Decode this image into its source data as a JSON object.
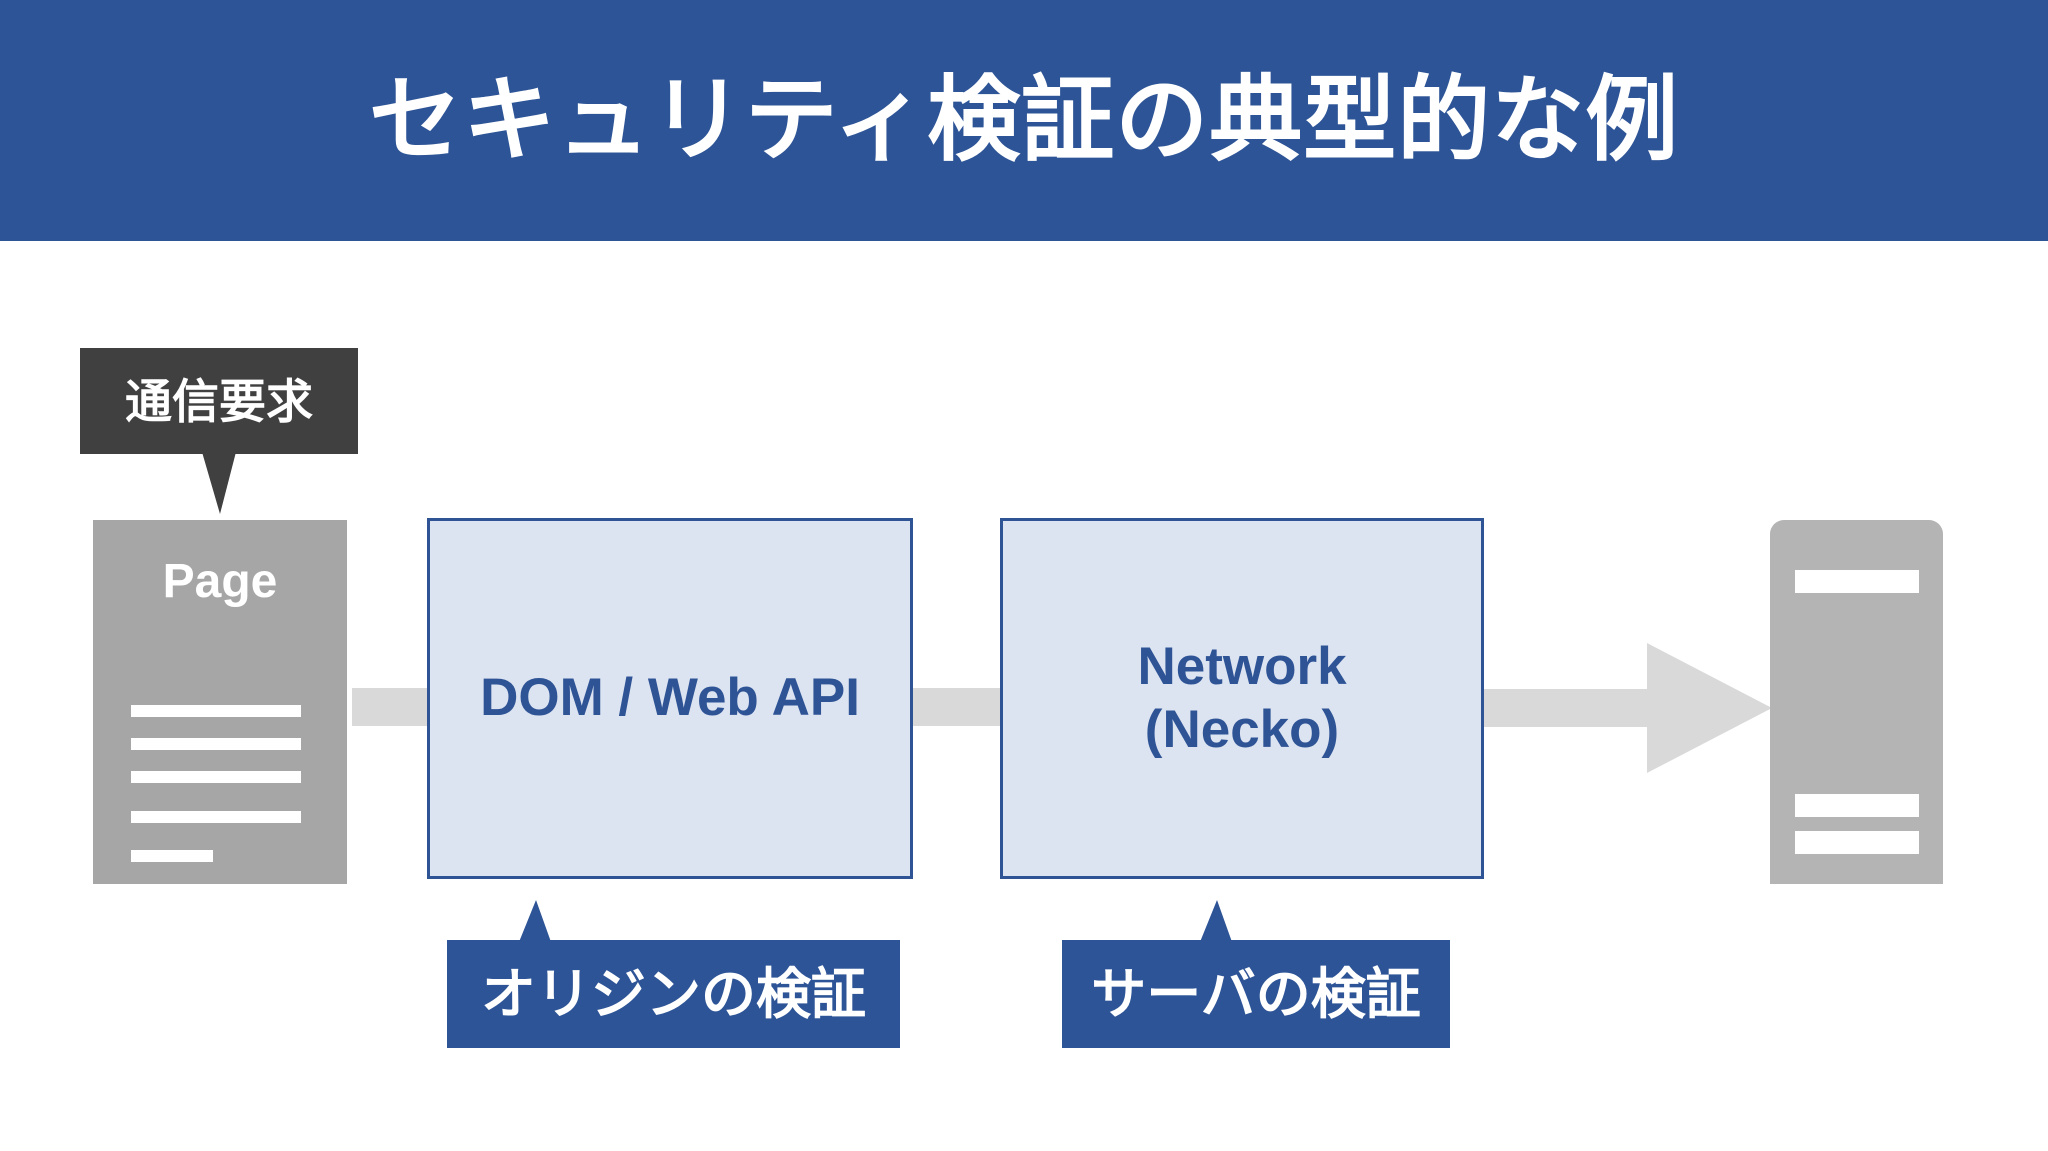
{
  "slide": {
    "title": "セキュリティ検証の典型的な例",
    "background_color": "#ffffff",
    "banner_color": "#2d5496"
  },
  "diagram": {
    "request_callout": {
      "label": "通信要求",
      "box_color": "#404040",
      "text_color": "#ffffff",
      "tail_direction": "down"
    },
    "page_node": {
      "label": "Page",
      "fill_color": "#a6a6a6",
      "text_color": "#ffffff",
      "line_count": 5
    },
    "stages": [
      {
        "id": "dom",
        "label": "DOM / Web API",
        "fill_color": "#dce3f1",
        "border_color": "#2e5496",
        "text_color": "#2e5496"
      },
      {
        "id": "network",
        "label": "Network\n(Necko)",
        "fill_color": "#dce3f1",
        "border_color": "#2e5496",
        "text_color": "#2e5496"
      }
    ],
    "server_node": {
      "icon": "server-icon",
      "fill_color": "#b4b4b4",
      "slot_count": 3
    },
    "connectors": {
      "bar_color": "#d9d9d9",
      "arrow_color": "#d9d9d9",
      "arrow_direction": "right"
    },
    "annotations": [
      {
        "id": "origin",
        "label": "オリジンの検証",
        "box_color": "#2d5496",
        "text_color": "#ffffff",
        "points_to": "dom",
        "tail_direction": "up"
      },
      {
        "id": "server",
        "label": "サーバの検証",
        "box_color": "#2d5496",
        "text_color": "#ffffff",
        "points_to": "network",
        "tail_direction": "up"
      }
    ]
  }
}
